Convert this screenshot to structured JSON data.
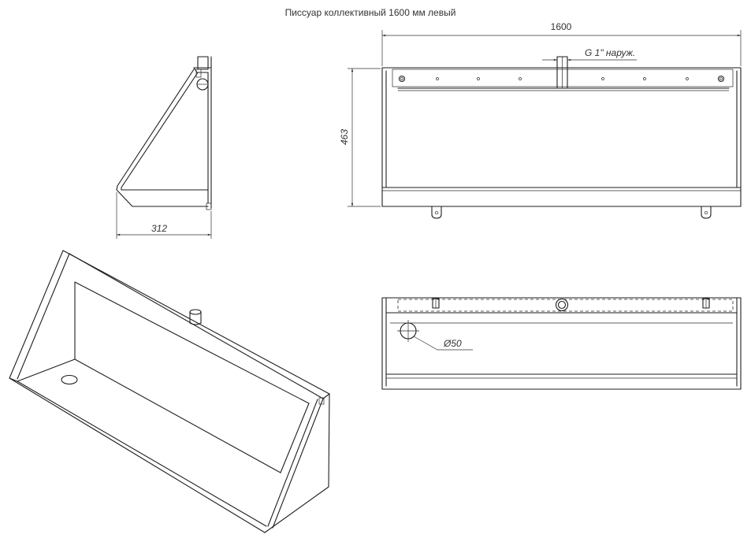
{
  "title": "Писсуар коллективный 1600 мм левый",
  "front_view": {
    "width_dim": "1600",
    "height_dim": "463",
    "thread_note": "G 1\" наруж."
  },
  "side_view": {
    "depth_dim": "312"
  },
  "top_view": {
    "drain_dim": "Ø50"
  }
}
